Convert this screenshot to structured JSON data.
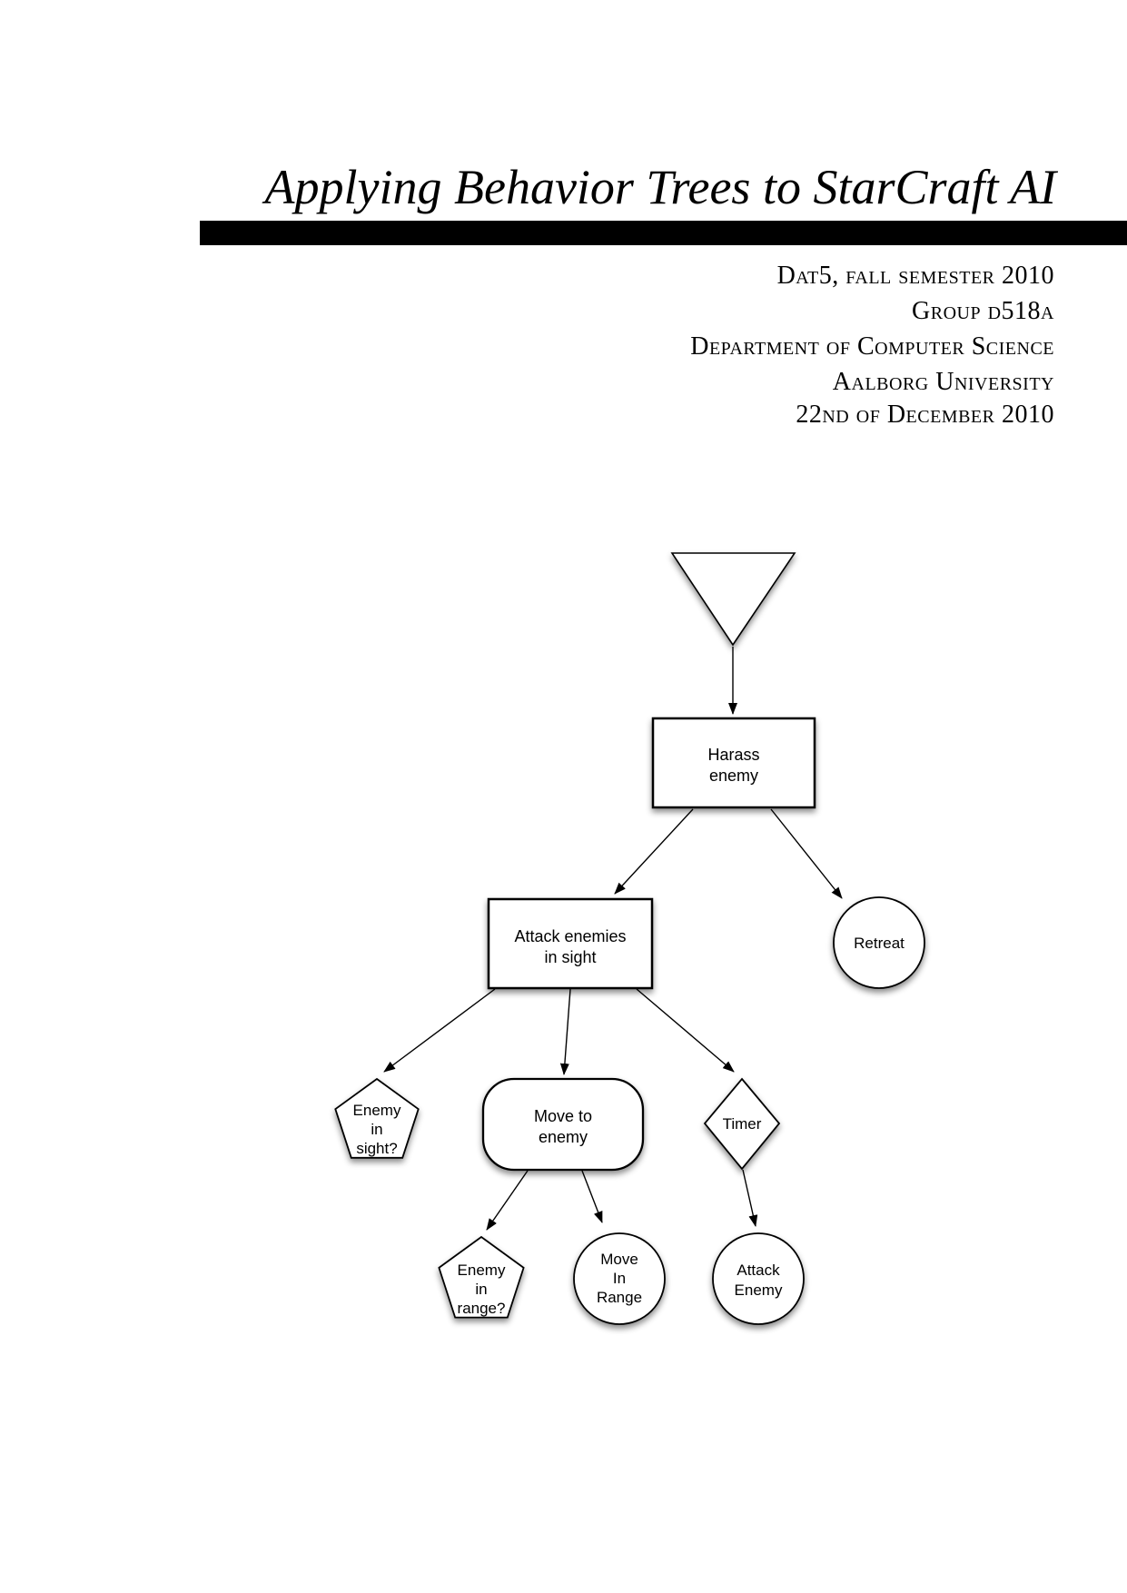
{
  "page": {
    "title": "Applying Behavior Trees to StarCraft AI"
  },
  "byline": [
    "Dat5, fall semester 2010",
    "Group d518a",
    "Department of Computer Science",
    "Aalborg University",
    "22nd of December 2010"
  ],
  "colors": {
    "ink": "#000000",
    "paper": "#ffffff",
    "rule": "#000000"
  },
  "diagram": {
    "nodes": {
      "root": {
        "type": "triangle",
        "lines": []
      },
      "harass": {
        "type": "rect",
        "lines": [
          "Harass",
          "enemy"
        ]
      },
      "attack_in_sight": {
        "type": "rect",
        "lines": [
          "Attack enemies",
          "in sight"
        ]
      },
      "retreat": {
        "type": "circle",
        "lines": [
          "Retreat"
        ]
      },
      "enemy_in_sight": {
        "type": "pentagon",
        "lines": [
          "Enemy",
          "in",
          "sight?"
        ]
      },
      "move_to_enemy": {
        "type": "rounded-rect",
        "lines": [
          "Move to",
          "enemy"
        ]
      },
      "timer": {
        "type": "diamond",
        "lines": [
          "Timer"
        ]
      },
      "enemy_in_range": {
        "type": "pentagon",
        "lines": [
          "Enemy",
          "in",
          "range?"
        ]
      },
      "move_in_range": {
        "type": "circle",
        "lines": [
          "Move",
          "In",
          "Range"
        ]
      },
      "attack_enemy": {
        "type": "circle",
        "lines": [
          "Attack",
          "Enemy"
        ]
      }
    },
    "edges": [
      {
        "from": "root",
        "to": "harass"
      },
      {
        "from": "harass",
        "to": "attack_in_sight"
      },
      {
        "from": "harass",
        "to": "retreat"
      },
      {
        "from": "attack_in_sight",
        "to": "enemy_in_sight"
      },
      {
        "from": "attack_in_sight",
        "to": "move_to_enemy"
      },
      {
        "from": "attack_in_sight",
        "to": "timer"
      },
      {
        "from": "move_to_enemy",
        "to": "enemy_in_range"
      },
      {
        "from": "move_to_enemy",
        "to": "move_in_range"
      },
      {
        "from": "timer",
        "to": "attack_enemy"
      }
    ]
  }
}
